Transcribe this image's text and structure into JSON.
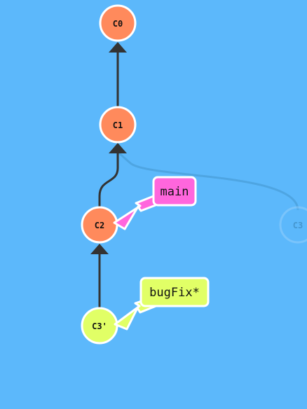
{
  "commits": [
    {
      "id": "C0",
      "color": "#ff8a5c",
      "faded": false
    },
    {
      "id": "C1",
      "color": "#ff8a5c",
      "faded": false
    },
    {
      "id": "C2",
      "color": "#ff8a5c",
      "faded": false
    },
    {
      "id": "C3",
      "color": "#5cb8fb",
      "faded": true
    },
    {
      "id": "C3'",
      "color": "#e1ff66",
      "faded": false
    }
  ],
  "branches": [
    {
      "name": "main",
      "color": "#ff66dd",
      "target": "C2"
    },
    {
      "name": "bugFix*",
      "color": "#e1ff66",
      "target": "C3'"
    }
  ],
  "edges": [
    {
      "from": "C1",
      "to": "C0"
    },
    {
      "from": "C2",
      "to": "C1"
    },
    {
      "from": "C3'",
      "to": "C2"
    },
    {
      "from": "C3",
      "to": "C1",
      "faded": true
    }
  ]
}
